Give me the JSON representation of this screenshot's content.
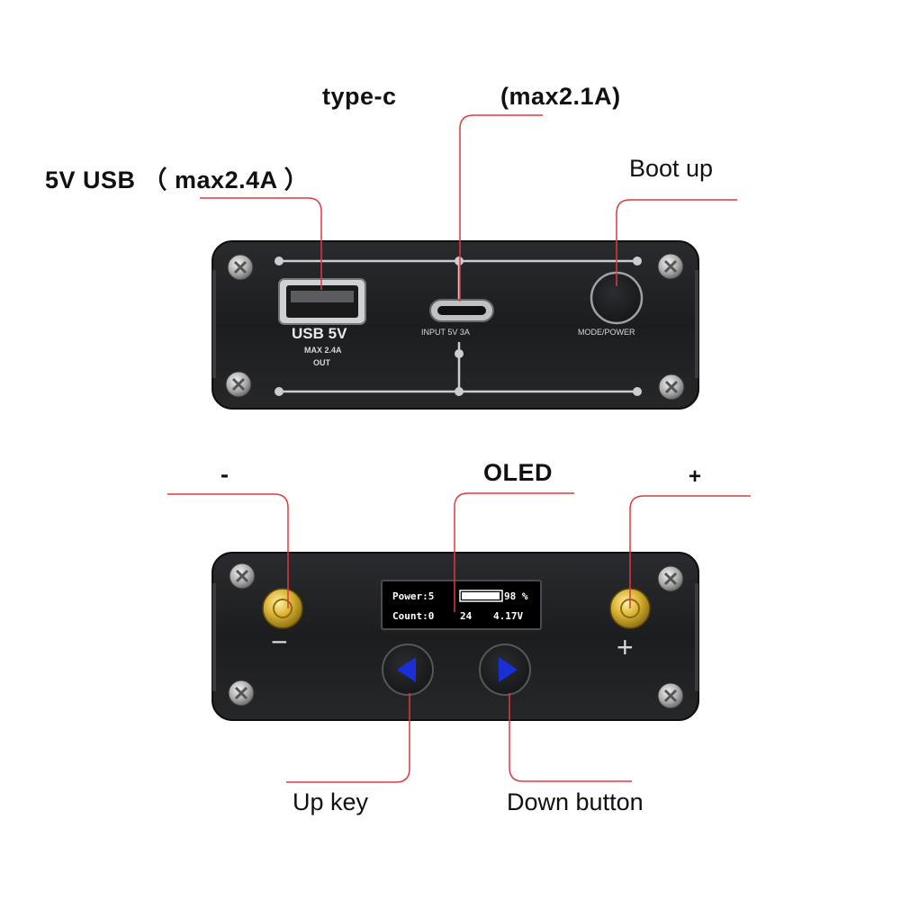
{
  "top_panel": {
    "label_typec": "type-c",
    "label_max21": "(max2.1A)",
    "label_usb": "5V USB （ max2.4A ）",
    "label_boot": "Boot up",
    "usb_port_text": "USB 5V",
    "usb_max_text": "MAX 2.4A",
    "usb_out_text": "OUT",
    "input_text": "INPUT  5V 3A",
    "mode_power_text": "MODE/POWER"
  },
  "bottom_panel": {
    "label_minus": "-",
    "label_oled": "OLED",
    "label_plus": "+",
    "label_upkey": "Up key",
    "label_down": "Down button",
    "minus_symbol": "−",
    "plus_symbol": "+",
    "oled": {
      "power_label": "Power:5",
      "count_label": "Count:0",
      "percent": "98 %",
      "count_value": "24",
      "voltage": "4.17V",
      "battery_level": 0.98
    }
  },
  "colors": {
    "callout_line": "#e0393e",
    "panel": "#1f2022",
    "trace": "#c9ced3",
    "button_arrow": "#1a2fd6",
    "gold_terminal": "#c9a227"
  },
  "icons": [
    "usb-a-port-icon",
    "usb-c-port-icon",
    "power-button-icon",
    "left-arrow-icon",
    "right-arrow-icon",
    "screw-icon",
    "terminal-post-icon"
  ]
}
